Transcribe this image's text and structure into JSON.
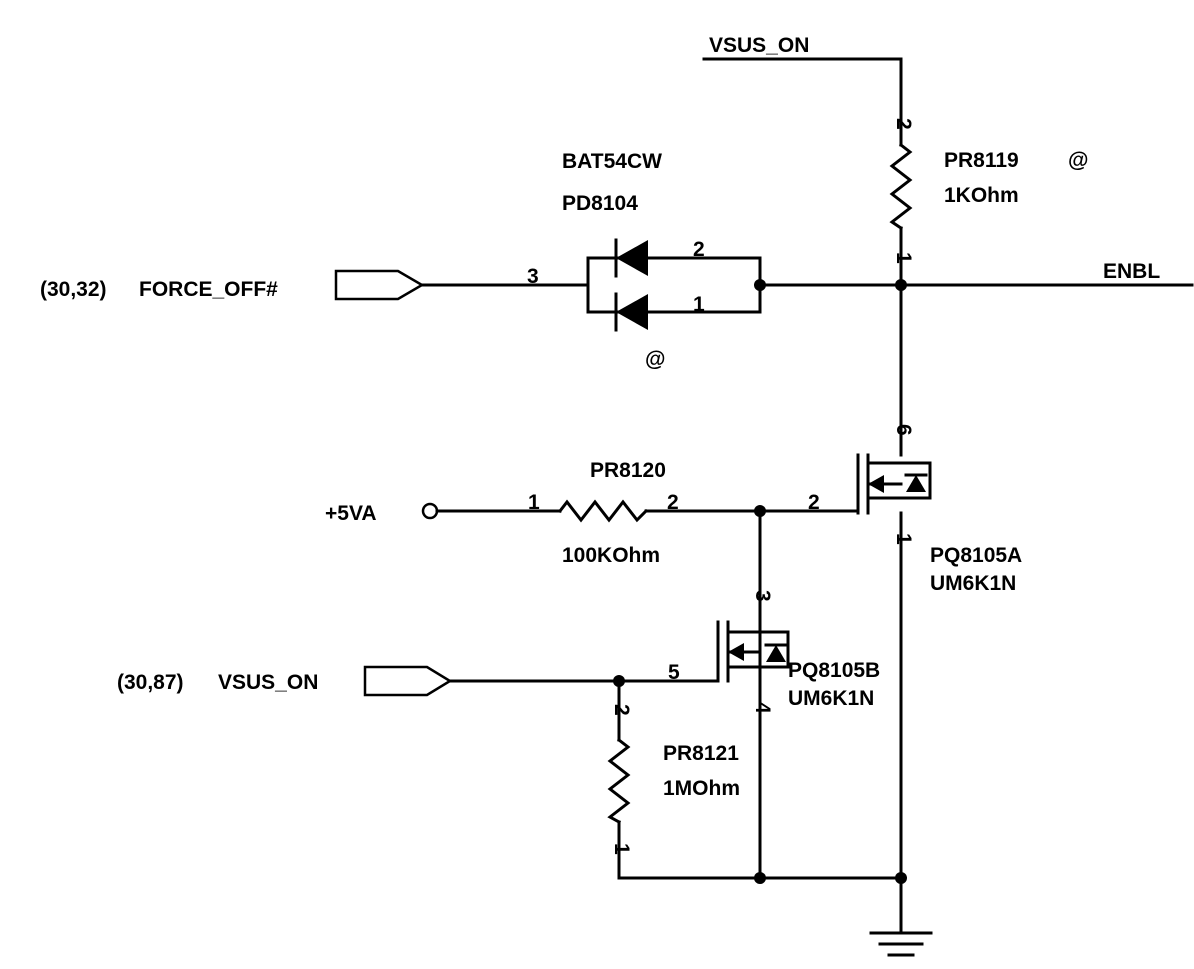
{
  "nets": {
    "vsus_on_top": "VSUS_ON",
    "enbl": "ENBL",
    "force_off_ref": "(30,32)",
    "force_off": "FORCE_OFF#",
    "vsus_on_ref": "(30,87)",
    "vsus_on": "VSUS_ON",
    "plus5va": "+5VA"
  },
  "components": {
    "pd8104": {
      "part": "BAT54CW",
      "ref": "PD8104",
      "option": "@",
      "pin_common": "3",
      "pin_a": "2",
      "pin_b": "1"
    },
    "pr8119": {
      "ref": "PR8119",
      "option": "@",
      "value": "1KOhm",
      "pin_top": "2",
      "pin_bottom": "1"
    },
    "pr8120": {
      "ref": "PR8120",
      "value": "100KOhm",
      "pin_left": "1",
      "pin_right": "2"
    },
    "pr8121": {
      "ref": "PR8121",
      "value": "1MOhm",
      "pin_top": "2",
      "pin_bottom": "1"
    },
    "pq8105a": {
      "ref": "PQ8105A",
      "part": "UM6K1N",
      "pin_drain": "6",
      "pin_gate": "2",
      "pin_source": "1"
    },
    "pq8105b": {
      "ref": "PQ8105B",
      "part": "UM6K1N",
      "pin_drain": "3",
      "pin_gate": "5",
      "pin_source": "4"
    }
  }
}
